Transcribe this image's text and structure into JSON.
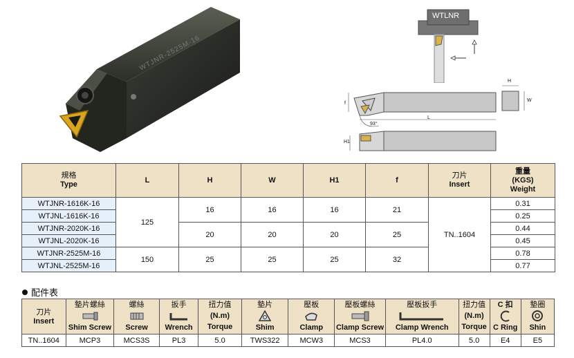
{
  "top_view_label": "WTLNR",
  "holder_marking": "WTJNR-2525M-16",
  "dims": {
    "h": "H",
    "w": "W",
    "l": "L",
    "f": "f",
    "h1": "H1",
    "angle": "93°"
  },
  "spec_table": {
    "headers": {
      "type_zh": "規格",
      "type_en": "Type",
      "l": "L",
      "h": "H",
      "w": "W",
      "h1": "H1",
      "f": "f",
      "insert_zh": "刀片",
      "insert_en": "Insert",
      "weight_zh": "重量",
      "weight_unit": "(KGS)",
      "weight_en": "Weight"
    },
    "types": [
      "WTJNR-1616K-16",
      "WTJNL-1616K-16",
      "WTJNR-2020K-16",
      "WTJNL-2020K-16",
      "WTJNR-2525M-16",
      "WTJNL-2525M-16"
    ],
    "l_values": [
      "125",
      "150"
    ],
    "h_values": [
      "16",
      "20",
      "25"
    ],
    "w_values": [
      "16",
      "20",
      "25"
    ],
    "h1_values": [
      "16",
      "20",
      "25"
    ],
    "f_values": [
      "21",
      "25",
      "32"
    ],
    "insert": "TN..1604",
    "weights": [
      "0.31",
      "0.25",
      "0.44",
      "0.45",
      "0.78",
      "0.77"
    ]
  },
  "parts_section": {
    "title": "配件表"
  },
  "parts_table": {
    "headers": [
      {
        "zh": "刀片",
        "en": "Insert"
      },
      {
        "zh": "墊片螺絲",
        "en": "Shim Screw"
      },
      {
        "zh": "螺絲",
        "en": "Screw"
      },
      {
        "zh": "扳手",
        "en": "Wrench"
      },
      {
        "zh": "扭力值",
        "unit": "(N.m)",
        "en": "Torque"
      },
      {
        "zh": "墊片",
        "en": "Shim"
      },
      {
        "zh": "壓板",
        "en": "Clamp"
      },
      {
        "zh": "壓板螺絲",
        "en": "Clamp Screw"
      },
      {
        "zh": "壓板扳手",
        "en": "Clamp Wrench"
      },
      {
        "zh": "扭力值",
        "unit": "(N.m)",
        "en": "Torque"
      },
      {
        "zh": "C 扣",
        "en": "C Ring"
      },
      {
        "zh": "墊圈",
        "en": "Shin"
      }
    ],
    "values": [
      "TN..1604",
      "MCP3",
      "MCS3S",
      "PL3",
      "5.0",
      "TWS322",
      "MCW3",
      "MCS3",
      "PL4.0",
      "5.0",
      "E4",
      "E5"
    ]
  }
}
